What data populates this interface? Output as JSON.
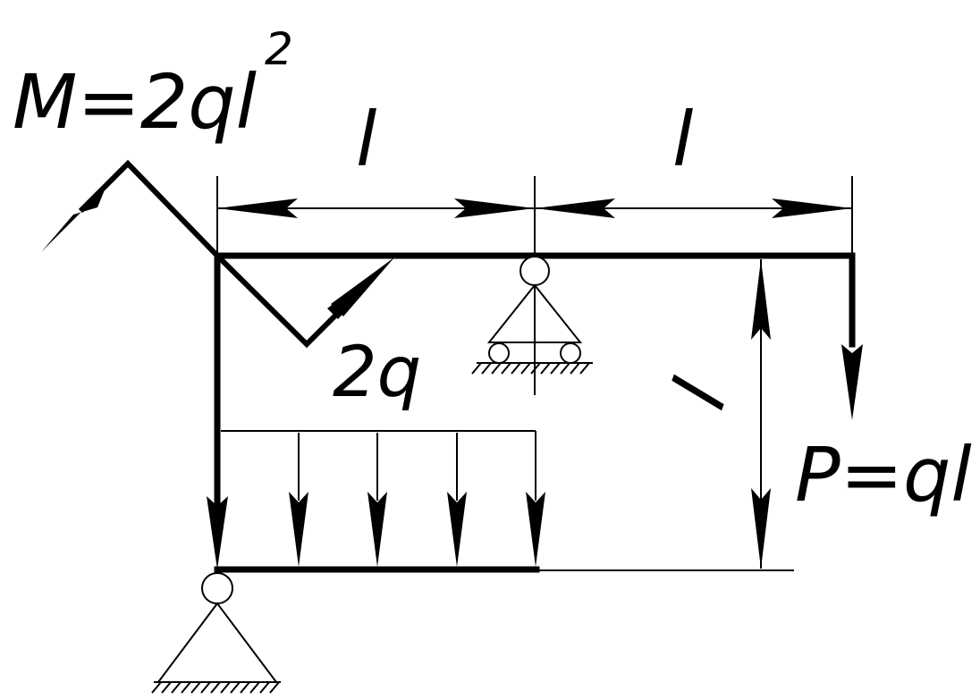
{
  "labels": {
    "moment": "M=2ql",
    "moment_exp": "2",
    "dim_left": "l",
    "dim_right": "l",
    "dim_vertical": "l",
    "distributed_load": "2q",
    "point_force": "P=ql"
  },
  "colors": {
    "ink": "#000000",
    "background": "#ffffff"
  },
  "icons": {
    "pin_support": "pin-support-icon",
    "roller_support": "roller-support-icon"
  }
}
